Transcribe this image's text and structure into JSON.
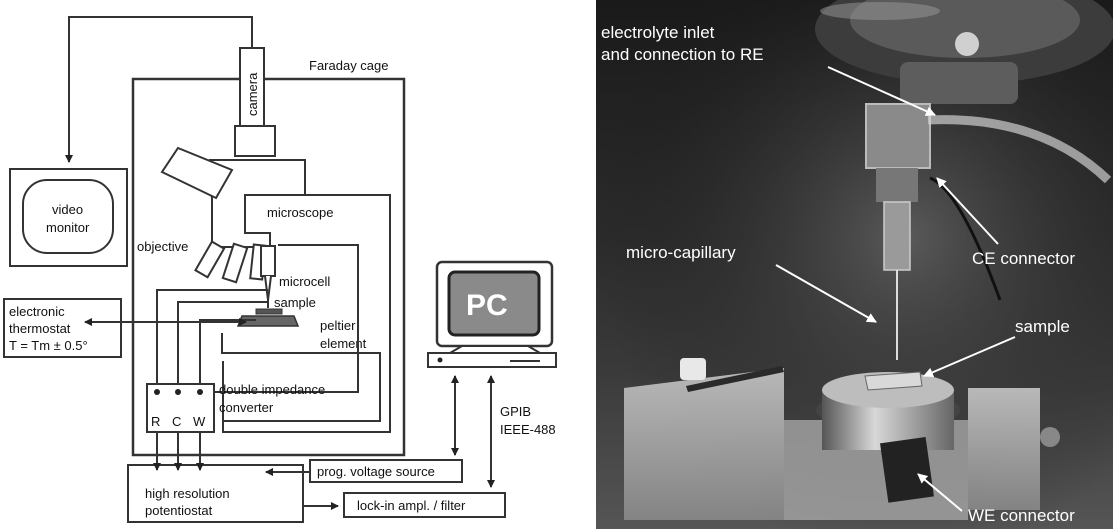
{
  "schematic": {
    "faraday_cage": "Faraday cage",
    "camera": "camera",
    "video_line1": "video",
    "video_line2": "monitor",
    "microscope": "microscope",
    "objective": "objective",
    "microcell": "microcell",
    "sample": "sample",
    "peltier": "peltier",
    "element": "element",
    "thermostat_line1": "electronic",
    "thermostat_line2": "thermostat",
    "thermostat_line3": "T = Tm ± 0.5°",
    "double_line1": "double impedance",
    "double_line2": "converter",
    "terminal_r": "R",
    "terminal_c": "C",
    "terminal_w": "W",
    "pc": "PC",
    "gpib_line1": "GPIB",
    "gpib_line2": "IEEE-488",
    "voltage_source": "prog. voltage source",
    "potentiostat_line1": "high resolution",
    "potentiostat_line2": "potentiostat",
    "lockin": "lock-in ampl. / filter"
  },
  "photo": {
    "inlet_line1": "electrolyte inlet",
    "inlet_line2": "and connection to RE",
    "micro_capillary": "micro-capillary",
    "ce_connector": "CE connector",
    "sample": "sample",
    "we_connector": "WE connector"
  },
  "colors": {
    "line": "#333333",
    "pc_screen": "#8a8a8a",
    "photo_dark": "#141414"
  }
}
